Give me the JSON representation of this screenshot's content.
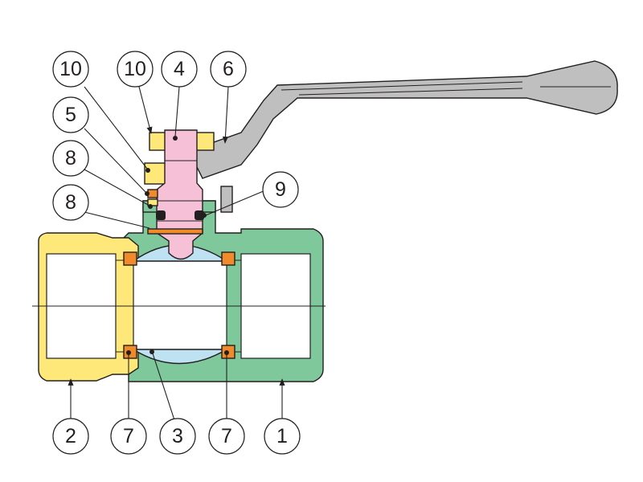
{
  "colors": {
    "body": "#7fc89c",
    "end_cap": "#ffe87a",
    "stem": "#f6c1d6",
    "ball": "#bfe2f3",
    "seal": "#f08a2a",
    "handle": "#bfbfbf",
    "outline": "#231f20"
  },
  "callouts": {
    "c10a": "10",
    "c10b": "10",
    "c4": "4",
    "c6": "6",
    "c5": "5",
    "c8a": "8",
    "c8b": "8",
    "c9": "9",
    "c2": "2",
    "c7a": "7",
    "c3": "3",
    "c7b": "7",
    "c1": "1"
  }
}
